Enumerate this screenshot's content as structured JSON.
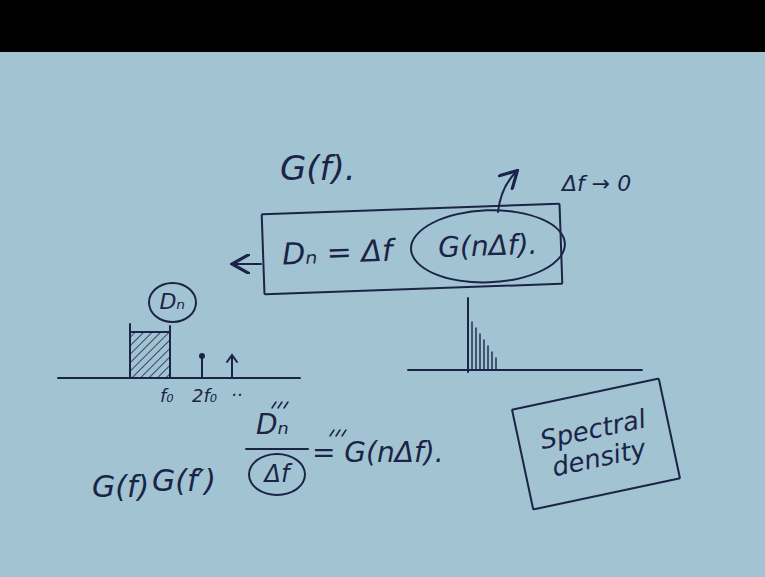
{
  "diagram": {
    "nodes": [
      {
        "text": [
          "Dₙ = Δf"
        ]
      },
      {
        "text": [
          "G(nΔf)."
        ],
        "in": 0
      },
      {
        "text": [
          "Dₙ"
        ]
      },
      {
        "text": [
          "Δf"
        ]
      },
      {
        "text": [
          "Spectral density"
        ]
      }
    ],
    "labels": [
      "G(f).",
      "Δf → 0",
      "f₀",
      "2f₀",
      "..",
      "G(f)",
      "G(f′)",
      "Dₙ",
      "= G(nΔf)."
    ]
  }
}
